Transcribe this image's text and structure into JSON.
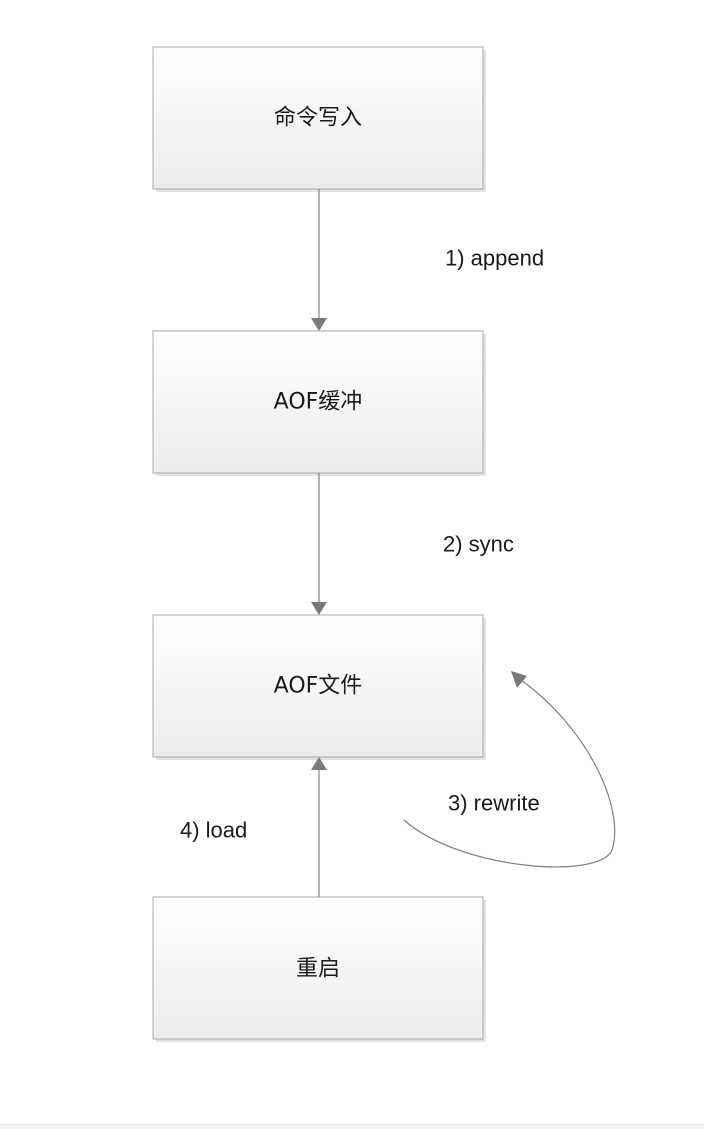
{
  "diagram": {
    "nodes": {
      "command_write": "命令写入",
      "aof_buffer": "AOF缓冲",
      "aof_file": "AOF文件",
      "restart": "重启"
    },
    "edges": {
      "append": "1) append",
      "sync": "2) sync",
      "rewrite": "3) rewrite",
      "load": "4) load"
    }
  },
  "colors": {
    "box_fill_top": "#ffffff",
    "box_fill_bottom": "#ececec",
    "box_border": "#a9a9a9",
    "edge": "#808080"
  }
}
